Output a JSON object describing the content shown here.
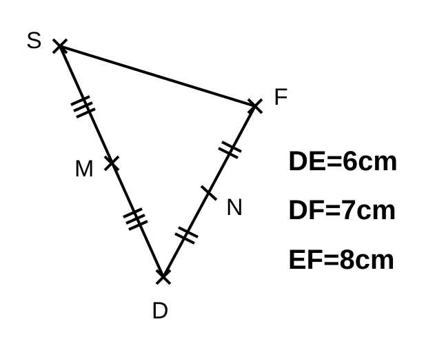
{
  "points": {
    "S": "S",
    "F": "F",
    "M": "M",
    "N": "N",
    "D": "D"
  },
  "measurements": [
    "DE=6cm",
    "DF=7cm",
    "EF=8cm"
  ],
  "colors": {
    "ink": "#000000",
    "background": "#ffffff"
  }
}
